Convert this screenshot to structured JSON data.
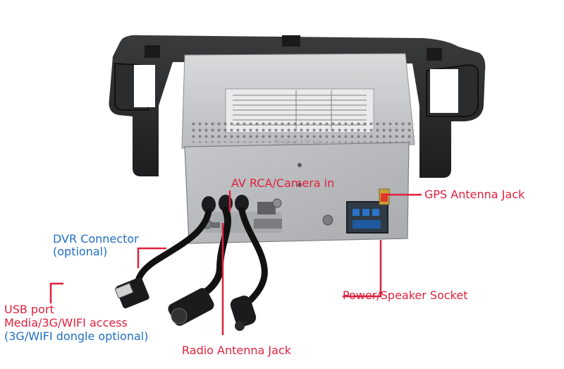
{
  "photo": {
    "brand_mark": "ZENITH",
    "colors": {
      "callout_red": "#e0203c",
      "callout_blue": "#1f6fc5"
    }
  },
  "callouts": {
    "av_rca": "AV RCA/Camera in",
    "gps": "GPS Antenna Jack",
    "dvr_line1": "DVR Connector",
    "dvr_line2": "(optional)",
    "power": "Power/Speaker Socket",
    "usb_line1": "USB port",
    "usb_line2": "Media/3G/WIFI access",
    "usb_line3": "(3G/WIFI dongle optional)",
    "radio": "Radio Antenna Jack"
  }
}
